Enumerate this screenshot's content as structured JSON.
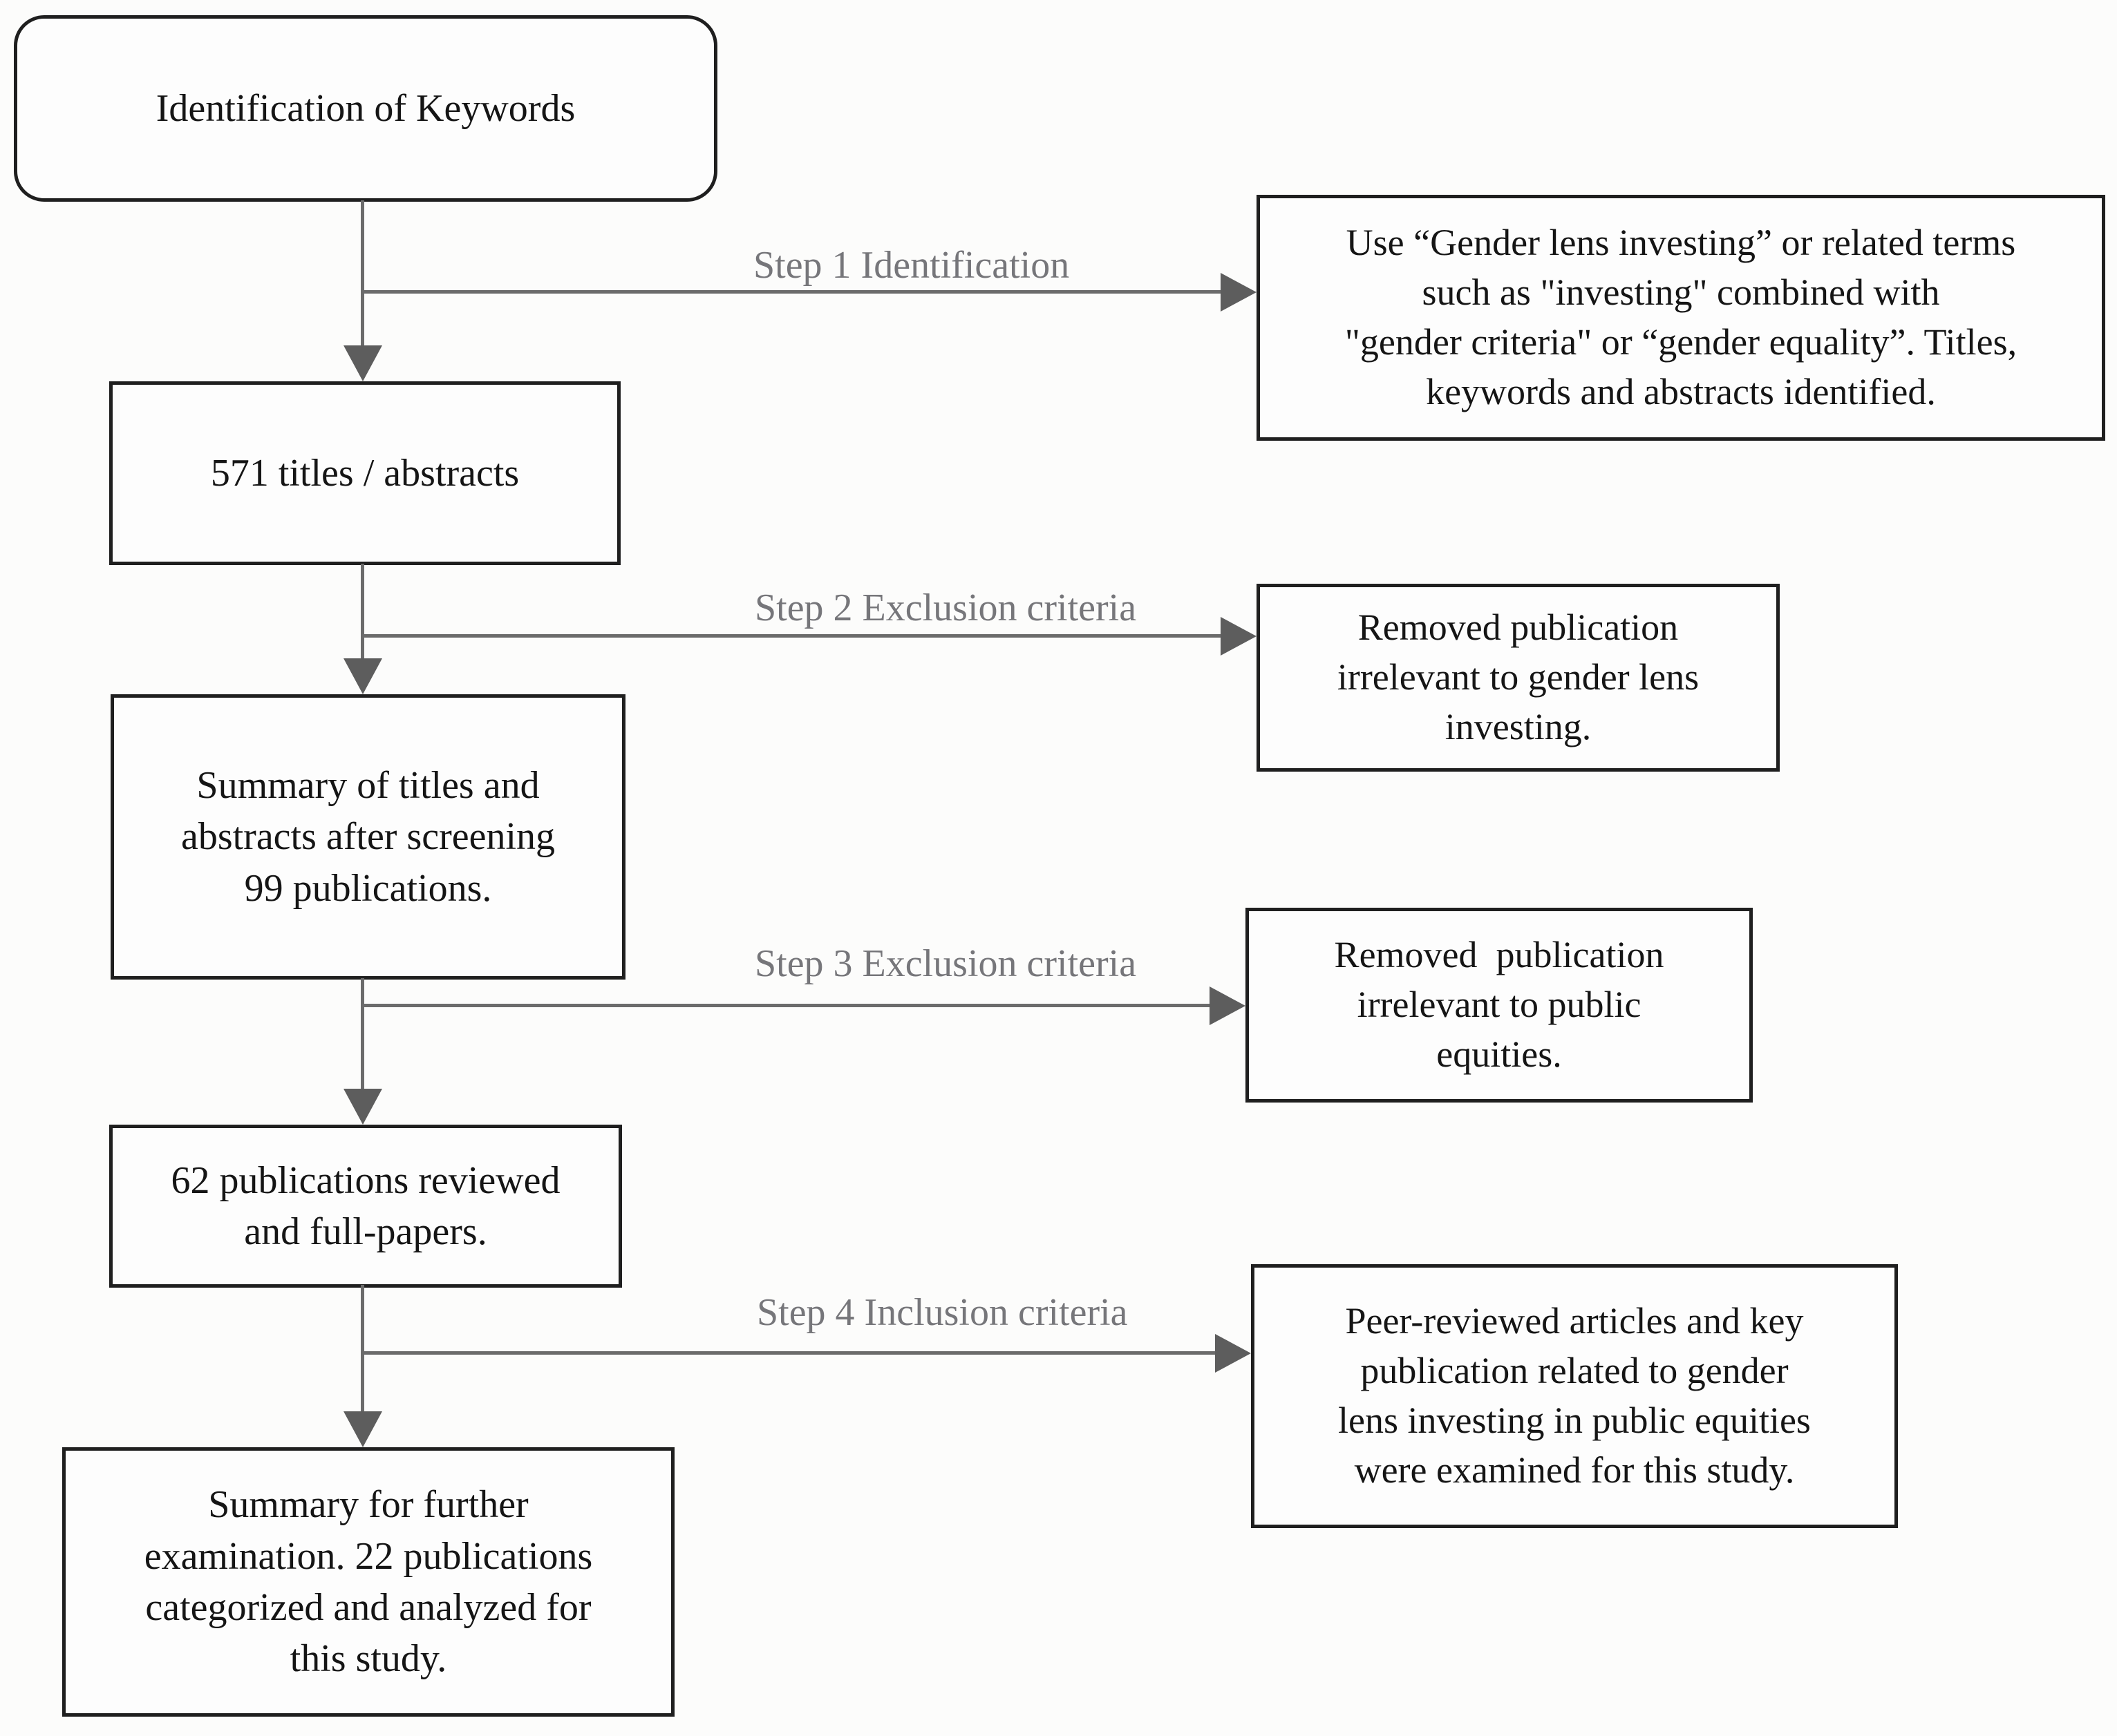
{
  "diagram": {
    "type": "flowchart",
    "colors": {
      "background": "#fcfcfb",
      "box_fill": "#fdfdfd",
      "box_border": "#1f1f1f",
      "box_text": "#151515",
      "connector": "#6b6b6b",
      "arrowhead": "#5d5d5d",
      "step_label": "#76767a"
    },
    "main_nodes": [
      {
        "text": "Identification of Keywords"
      },
      {
        "text": "571 titles / abstracts"
      },
      {
        "text": "Summary of titles and\nabstracts after screening\n99 publications."
      },
      {
        "text": "62 publications reviewed\nand full-papers."
      },
      {
        "text": "Summary for further\nexamination. 22 publications\ncategorized and analyzed for\nthis study."
      }
    ],
    "side_nodes": [
      {
        "step_label": "Step 1 Identification",
        "text": "Use “Gender lens investing” or related terms\nsuch as \"investing\" combined with\n\"gender criteria\" or “gender equality”. Titles,\nkeywords and abstracts identified."
      },
      {
        "step_label": "Step 2 Exclusion criteria",
        "text": "Removed publication\nirrelevant to gender lens\ninvesting."
      },
      {
        "step_label": "Step 3 Exclusion criteria",
        "text": "Removed  publication\nirrelevant to public\nequities."
      },
      {
        "step_label": "Step 4 Inclusion criteria",
        "text": "Peer-reviewed articles and key\npublication related to gender\nlens investing in public equities\nwere examined for this study."
      }
    ]
  }
}
